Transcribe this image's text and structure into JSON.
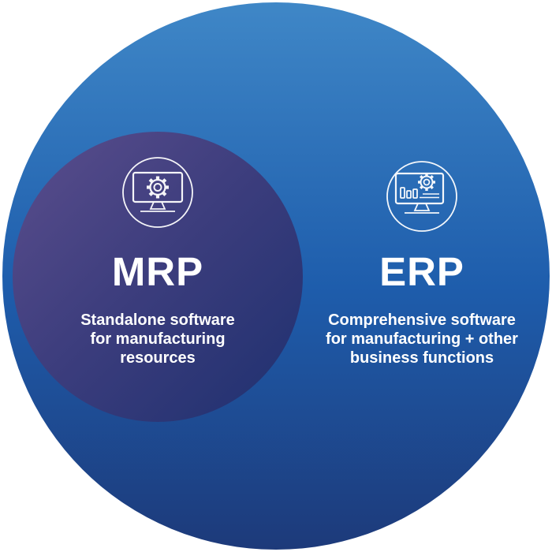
{
  "diagram": {
    "type": "nested-circles",
    "page_background": "#ffffff",
    "text_color": "#ffffff",
    "icon_stroke_color": "#ffffff",
    "outer_circle": {
      "label": "ERP",
      "description": "Comprehensive software for manufacturing + other business functions",
      "desc_lines": [
        "Comprehensive software",
        "for manufacturing + other",
        "business functions"
      ],
      "icon": "monitor-dashboard-gear-icon",
      "colors": {
        "top": "#3f87c7",
        "mid": "#1e5dac",
        "bottom": "#1d3a7a"
      }
    },
    "inner_circle": {
      "label": "MRP",
      "description": "Standalone software for manufacturing resources",
      "desc_lines": [
        "Standalone software",
        "for manufacturing",
        "resources"
      ],
      "icon": "monitor-gear-icon",
      "colors": {
        "start": "#5b4e8d",
        "mid": "#3c3d7d",
        "end": "#1e306f"
      }
    }
  }
}
